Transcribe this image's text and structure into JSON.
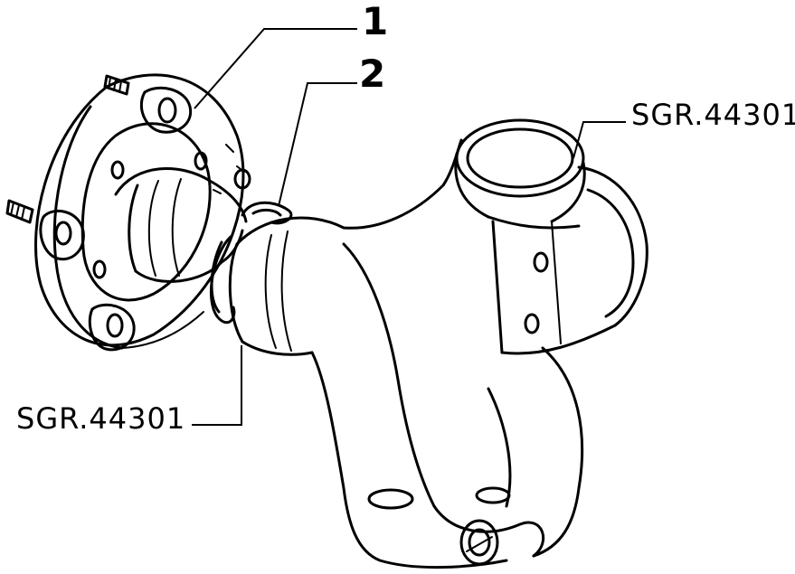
{
  "diagram": {
    "callouts": [
      {
        "id": "1",
        "text": "1"
      },
      {
        "id": "2",
        "text": "2"
      }
    ],
    "references": [
      {
        "id": "ref-right",
        "text": "SGR.44301"
      },
      {
        "id": "ref-left",
        "text": "SGR.44301"
      }
    ]
  }
}
